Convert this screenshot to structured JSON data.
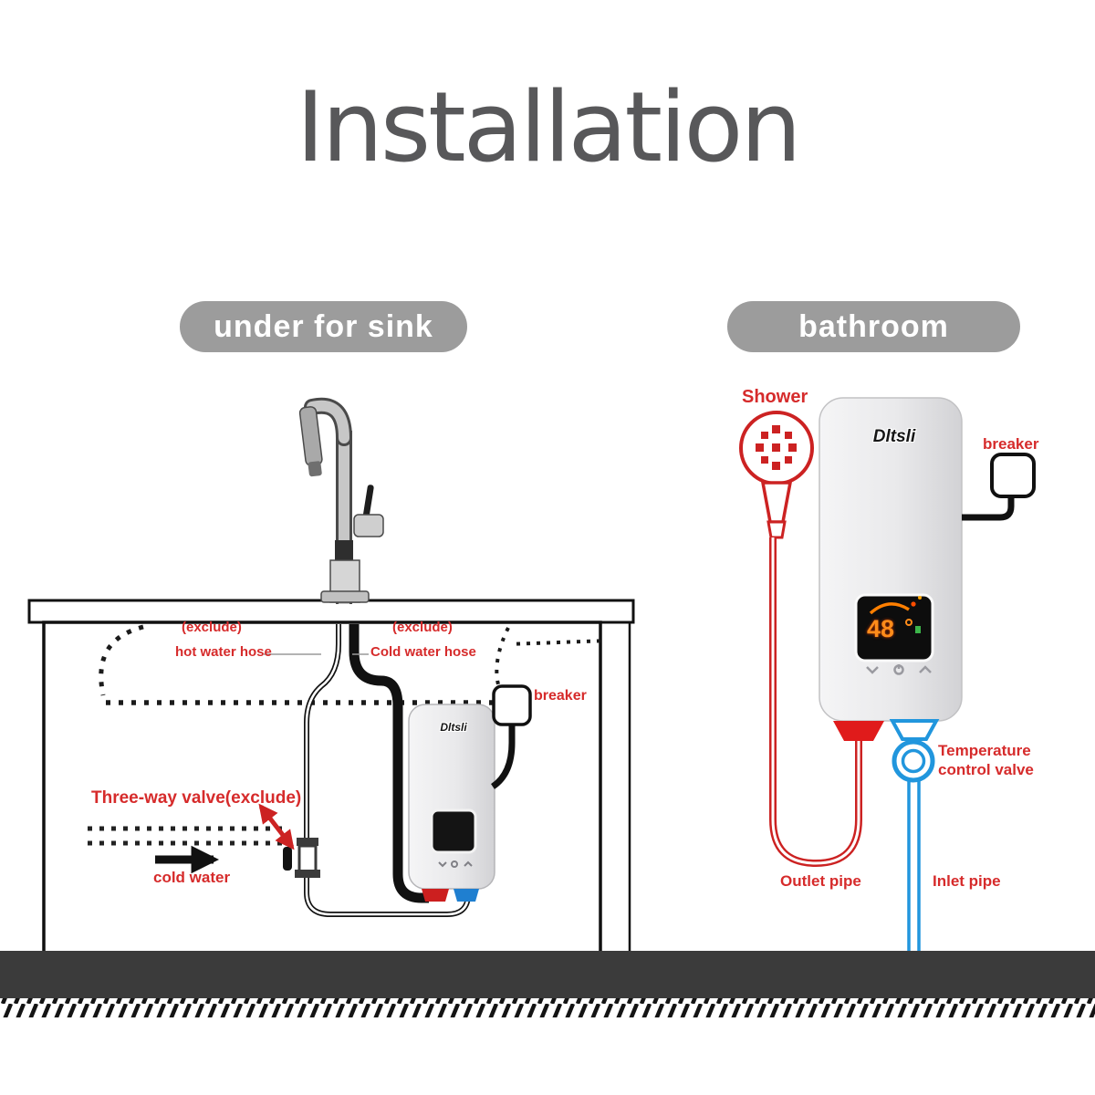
{
  "title": "Installation",
  "sink_section": {
    "pill_label": "under for sink",
    "exclude_left": "(exclude)",
    "hot_water_hose": "hot water hose",
    "exclude_right": "(exclude)",
    "cold_water_hose": "Cold water hose",
    "breaker_label": "breaker",
    "three_way_valve_label": "Three-way valve(exclude)",
    "cold_water_label": "cold water",
    "unit_brand": "Dltsli"
  },
  "bathroom_section": {
    "pill_label": "bathroom",
    "shower_label": "Shower",
    "breaker_label": "breaker",
    "unit_brand": "Dltsli",
    "display_temperature": "48",
    "temperature_valve_line1": "Temperature",
    "temperature_valve_line2": "control valve",
    "outlet_pipe_label": "Outlet pipe",
    "inlet_pipe_label": "Inlet pipe"
  },
  "colors": {
    "title_gray": "#58585a",
    "pill_gray": "#9c9c9c",
    "label_red": "#d62b2b",
    "pipe_red": "#cc2222",
    "pipe_blue": "#2196dd",
    "floor_dark": "#3b3b3b",
    "display_orange": "#ff8c1a"
  }
}
